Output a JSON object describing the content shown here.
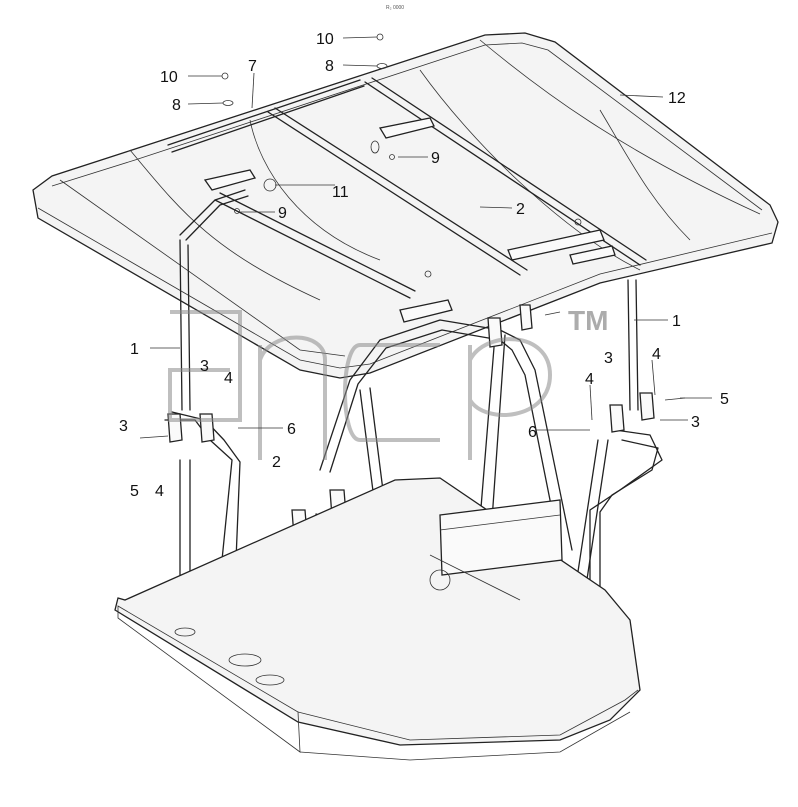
{
  "header": {
    "code": "R₂ 0000"
  },
  "watermark": {
    "trademark": "TM"
  },
  "callouts": {
    "c10a": "10",
    "c8a": "8",
    "c10b": "10",
    "c7": "7",
    "c8b": "8",
    "c12": "12",
    "c9a": "9",
    "c11": "11",
    "c9b": "9",
    "c2a": "2",
    "c1a": "1",
    "c1b": "1",
    "c3a": "3",
    "c4a": "4",
    "c3b": "3",
    "c6a": "6",
    "c2b": "2",
    "c5a": "5",
    "c4b": "4",
    "c3c": "3",
    "c4c": "4",
    "c5b": "5",
    "c4d": "4",
    "c6b": "6",
    "c3d": "3"
  }
}
